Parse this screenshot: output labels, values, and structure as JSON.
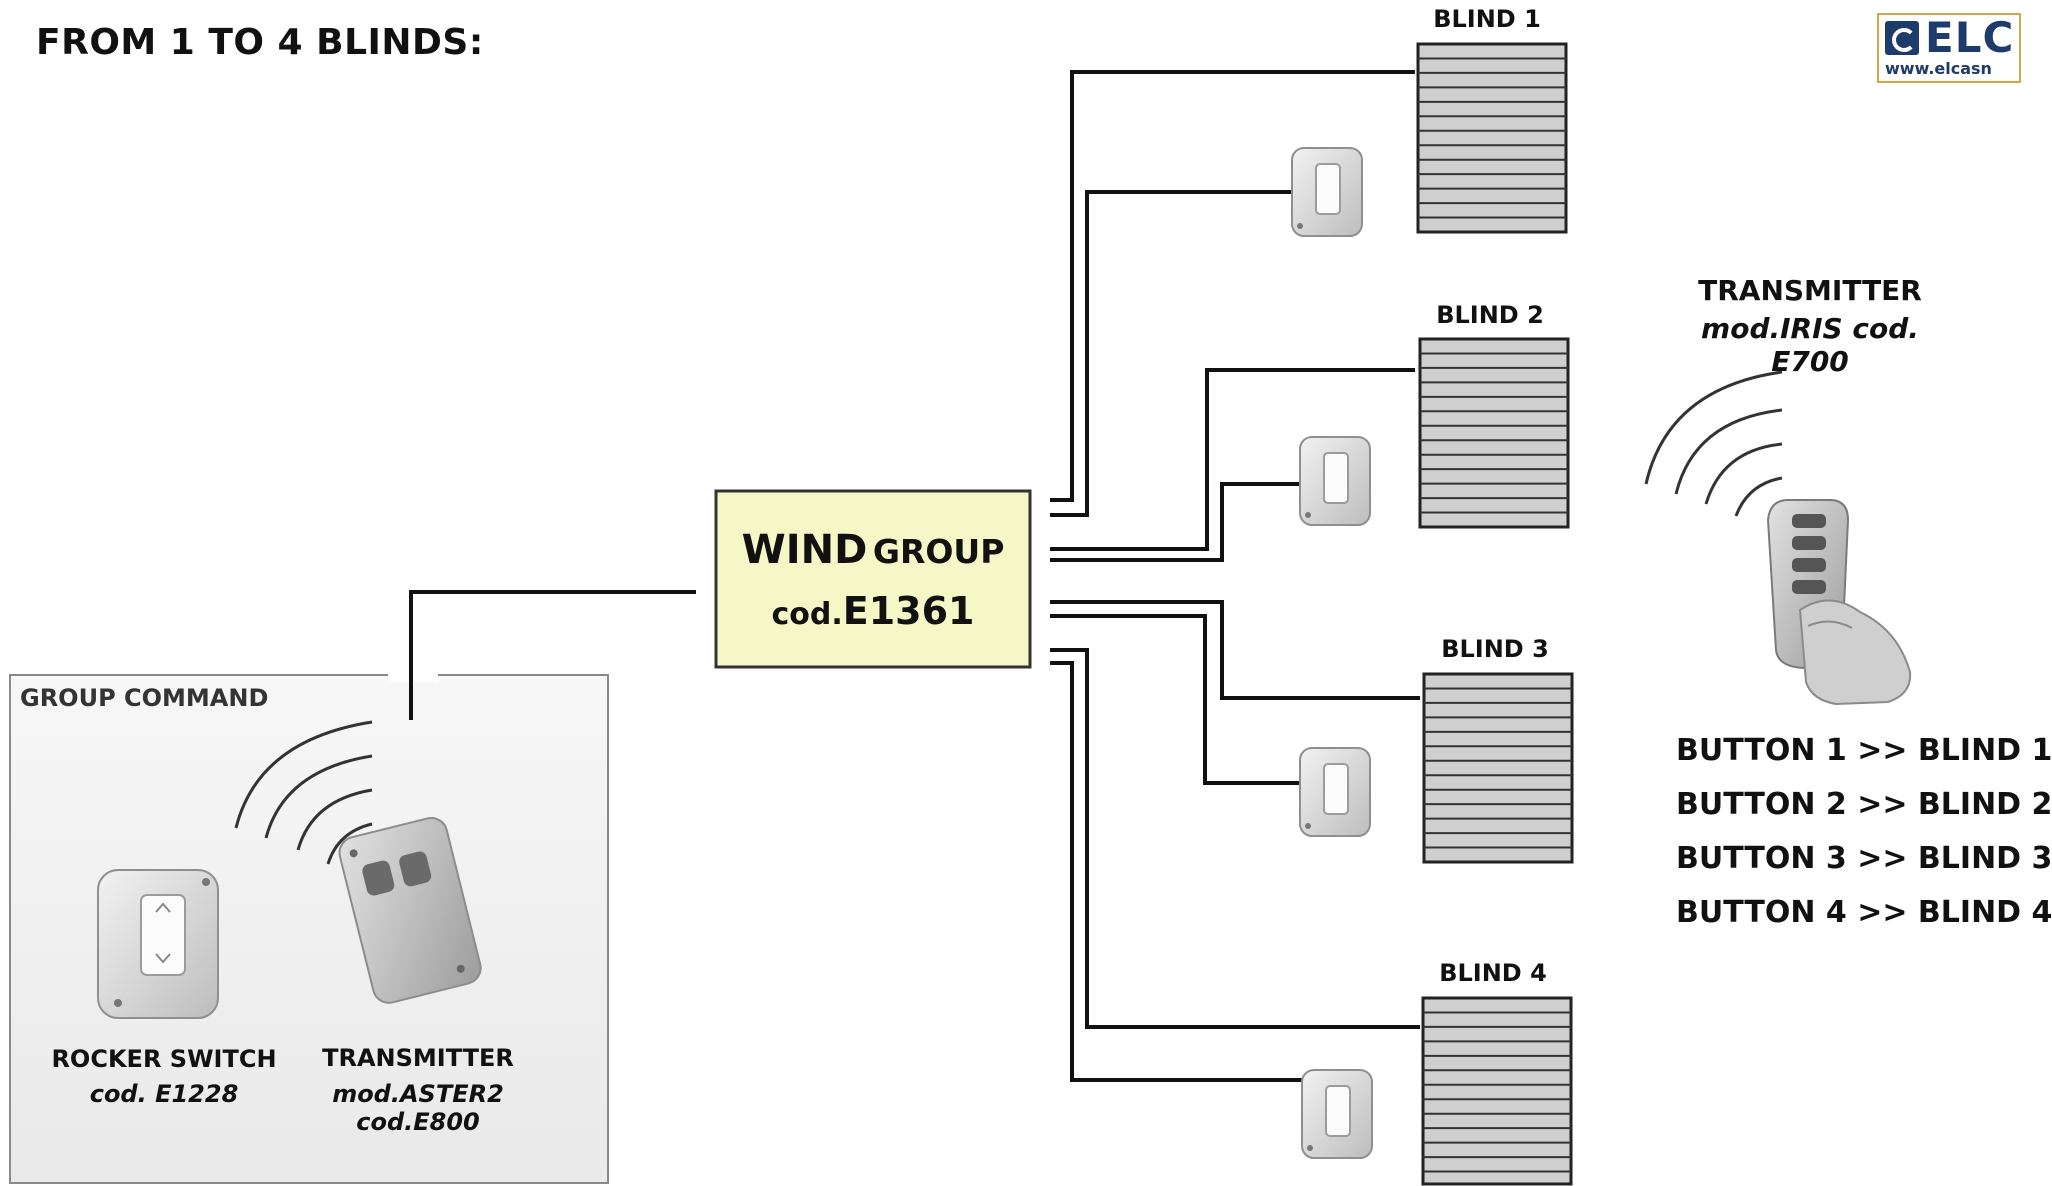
{
  "title": "FROM 1 TO 4 BLINDS:",
  "logo": {
    "text": "ELC",
    "url": "www.elcasn"
  },
  "hub": {
    "line1_big": "WIND",
    "line1_small": "GROUP",
    "line2_prefix": "cod.",
    "line2_code": "E1361"
  },
  "blinds": [
    {
      "label": "BLIND 1"
    },
    {
      "label": "BLIND 2"
    },
    {
      "label": "BLIND 3"
    },
    {
      "label": "BLIND 4"
    }
  ],
  "group_command": {
    "title": "GROUP COMMAND",
    "rocker": {
      "name": "ROCKER SWITCH",
      "code": "cod. E1228"
    },
    "transmitter": {
      "name": "TRANSMITTER",
      "code": "mod.ASTER2  cod.E800"
    }
  },
  "iris": {
    "name": "TRANSMITTER",
    "code": "mod.IRIS  cod. E700"
  },
  "mapping": [
    "BUTTON 1 >> BLIND 1",
    "BUTTON 2 >> BLIND 2",
    "BUTTON 3 >> BLIND 3",
    "BUTTON 4 >> BLIND 4"
  ],
  "colors": {
    "hub_fill": "#f5f7c6",
    "blind_fill": "#cfcfcf",
    "wire": "#111111",
    "panel_fill": "#f4f4f4"
  }
}
